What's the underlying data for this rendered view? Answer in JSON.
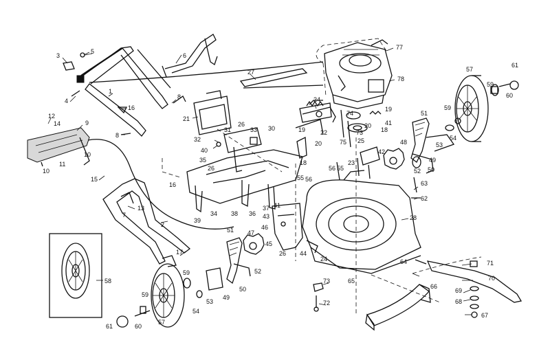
{
  "callouts": [
    {
      "id": "c3",
      "text": "3"
    },
    {
      "id": "c5",
      "text": "5"
    },
    {
      "id": "c1",
      "text": "1"
    },
    {
      "id": "c4",
      "text": "4"
    },
    {
      "id": "c6",
      "text": "6"
    },
    {
      "id": "c8a",
      "text": "8"
    },
    {
      "id": "c16a",
      "text": "16"
    },
    {
      "id": "c8b",
      "text": "8"
    },
    {
      "id": "c12",
      "text": "12"
    },
    {
      "id": "c14",
      "text": "14"
    },
    {
      "id": "c9",
      "text": "9"
    },
    {
      "id": "c11",
      "text": "11"
    },
    {
      "id": "c10a",
      "text": "10"
    },
    {
      "id": "c10b",
      "text": "10"
    },
    {
      "id": "c15",
      "text": "15"
    },
    {
      "id": "c16b",
      "text": "16"
    },
    {
      "id": "c7",
      "text": "7"
    },
    {
      "id": "c13",
      "text": "13"
    },
    {
      "id": "c2",
      "text": "2"
    },
    {
      "id": "c17",
      "text": "17"
    },
    {
      "id": "c27",
      "text": "27"
    },
    {
      "id": "c24a",
      "text": "24"
    },
    {
      "id": "c21",
      "text": "21"
    },
    {
      "id": "c26a",
      "text": "26"
    },
    {
      "id": "c31",
      "text": "31"
    },
    {
      "id": "c33",
      "text": "33"
    },
    {
      "id": "c30",
      "text": "30"
    },
    {
      "id": "c32",
      "text": "32"
    },
    {
      "id": "c40",
      "text": "40"
    },
    {
      "id": "c35",
      "text": "35"
    },
    {
      "id": "c26b",
      "text": "26"
    },
    {
      "id": "c19a",
      "text": "19"
    },
    {
      "id": "c20a",
      "text": "20"
    },
    {
      "id": "c18a",
      "text": "18"
    },
    {
      "id": "c22",
      "text": "22"
    },
    {
      "id": "c74",
      "text": "74"
    },
    {
      "id": "c73a",
      "text": "73"
    },
    {
      "id": "c19b",
      "text": "19"
    },
    {
      "id": "c20b",
      "text": "20"
    },
    {
      "id": "c18b",
      "text": "18"
    },
    {
      "id": "c75",
      "text": "75"
    },
    {
      "id": "c25",
      "text": "25"
    },
    {
      "id": "c23",
      "text": "23"
    },
    {
      "id": "c56a",
      "text": "56"
    },
    {
      "id": "c55a",
      "text": "55"
    },
    {
      "id": "c77",
      "text": "77"
    },
    {
      "id": "c78",
      "text": "78"
    },
    {
      "id": "c57a",
      "text": "57"
    },
    {
      "id": "c61a",
      "text": "61"
    },
    {
      "id": "c59a",
      "text": "59"
    },
    {
      "id": "c60a",
      "text": "60"
    },
    {
      "id": "c51a",
      "text": "51"
    },
    {
      "id": "c41",
      "text": "41"
    },
    {
      "id": "c42",
      "text": "42"
    },
    {
      "id": "c48",
      "text": "48"
    },
    {
      "id": "c59b",
      "text": "59"
    },
    {
      "id": "c54a",
      "text": "54"
    },
    {
      "id": "c53a",
      "text": "53"
    },
    {
      "id": "c49a",
      "text": "49"
    },
    {
      "id": "c50a",
      "text": "50"
    },
    {
      "id": "c52a",
      "text": "52"
    },
    {
      "id": "c63",
      "text": "63"
    },
    {
      "id": "c62",
      "text": "62"
    },
    {
      "id": "c39",
      "text": "39"
    },
    {
      "id": "c34",
      "text": "34"
    },
    {
      "id": "c38",
      "text": "38"
    },
    {
      "id": "c36",
      "text": "36"
    },
    {
      "id": "c37",
      "text": "37"
    },
    {
      "id": "c55b",
      "text": "55"
    },
    {
      "id": "c56b",
      "text": "56"
    },
    {
      "id": "c41b",
      "text": "41"
    },
    {
      "id": "c43",
      "text": "43"
    },
    {
      "id": "c46",
      "text": "46"
    },
    {
      "id": "c28",
      "text": "28"
    },
    {
      "id": "c58",
      "text": "58"
    },
    {
      "id": "c51b",
      "text": "51"
    },
    {
      "id": "c47",
      "text": "47"
    },
    {
      "id": "c45",
      "text": "45"
    },
    {
      "id": "c26c",
      "text": "26"
    },
    {
      "id": "c44",
      "text": "44"
    },
    {
      "id": "c24b",
      "text": "24"
    },
    {
      "id": "c64",
      "text": "64"
    },
    {
      "id": "c65",
      "text": "65"
    },
    {
      "id": "c71",
      "text": "71"
    },
    {
      "id": "c70",
      "text": "70"
    },
    {
      "id": "c52b",
      "text": "52"
    },
    {
      "id": "c50b",
      "text": "50"
    },
    {
      "id": "c49b",
      "text": "49"
    },
    {
      "id": "c59c",
      "text": "59"
    },
    {
      "id": "c53b",
      "text": "53"
    },
    {
      "id": "c54b",
      "text": "54"
    },
    {
      "id": "c59d",
      "text": "59"
    },
    {
      "id": "c57b",
      "text": "57"
    },
    {
      "id": "c61b",
      "text": "61"
    },
    {
      "id": "c60b",
      "text": "60"
    },
    {
      "id": "c73b",
      "text": "73"
    },
    {
      "id": "c72",
      "text": "72"
    },
    {
      "id": "c66",
      "text": "66"
    },
    {
      "id": "c69",
      "text": "69"
    },
    {
      "id": "c68",
      "text": "68"
    },
    {
      "id": "c67",
      "text": "67"
    }
  ]
}
